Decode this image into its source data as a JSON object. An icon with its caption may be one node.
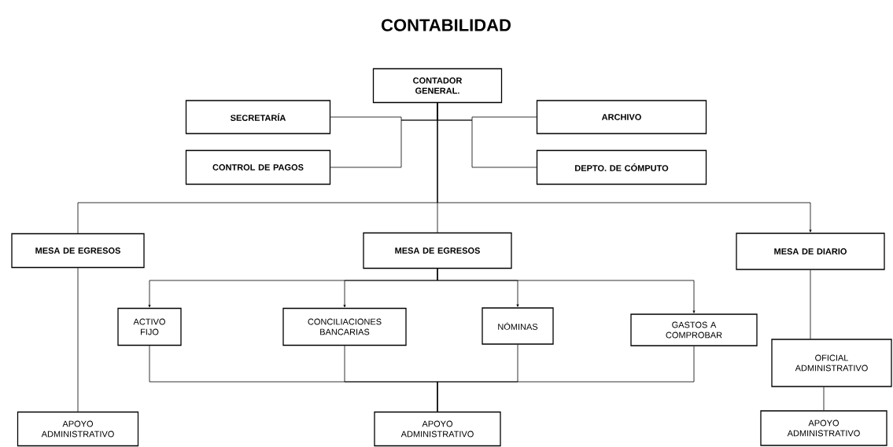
{
  "diagram": {
    "title": "CONTABILIDAD",
    "nodes": [
      {
        "text": [
          "CONTADOR GENERAL."
        ]
      },
      {
        "text": [
          "SECRETARÍA"
        ]
      },
      {
        "text": [
          "ARCHIVO"
        ]
      },
      {
        "text": [
          "CONTROL DE PAGOS"
        ]
      },
      {
        "text": [
          "DEPTO. DE CÓMPUTO"
        ]
      },
      {
        "text": [
          "MESA DE EGRESOS"
        ]
      },
      {
        "text": [
          "MESA DE EGRESOS"
        ]
      },
      {
        "text": [
          "MESA DE DIARIO"
        ]
      },
      {
        "text": [
          "ACTIVO FIJO"
        ]
      },
      {
        "text": [
          "CONCILIACIONES BANCARIAS"
        ]
      },
      {
        "text": [
          "NÓMINAS"
        ]
      },
      {
        "text": [
          "GASTOS A COMPROBAR"
        ]
      },
      {
        "text": [
          "OFICIAL ADMINISTRATIVO"
        ]
      },
      {
        "text": [
          "APOYO ADMINISTRATIVO"
        ]
      },
      {
        "text": [
          "APOYO ADMINISTRATIVO"
        ]
      },
      {
        "text": [
          "APOYO ADMINISTRATIVO"
        ]
      }
    ],
    "edges": [
      {
        "from": 0,
        "to": 1,
        "arrow": "none"
      },
      {
        "from": 0,
        "to": 3,
        "arrow": "none"
      },
      {
        "from": 0,
        "to": 2,
        "arrow": "none"
      },
      {
        "from": 0,
        "to": 4,
        "arrow": "none"
      },
      {
        "from": 0,
        "to": 5,
        "arrow": "none"
      },
      {
        "from": 0,
        "to": 6,
        "arrow": "none"
      },
      {
        "from": 0,
        "to": 7,
        "arrow": "to"
      },
      {
        "from": 6,
        "to": 8,
        "arrow": "to"
      },
      {
        "from": 6,
        "to": 9,
        "arrow": "to"
      },
      {
        "from": 6,
        "to": 10,
        "arrow": "to"
      },
      {
        "from": 6,
        "to": 11,
        "arrow": "to"
      },
      {
        "from": 8,
        "to": 14,
        "arrow": "none"
      },
      {
        "from": 9,
        "to": 14,
        "arrow": "none"
      },
      {
        "from": 10,
        "to": 14,
        "arrow": "none"
      },
      {
        "from": 11,
        "to": 14,
        "arrow": "none"
      },
      {
        "from": 5,
        "to": 13,
        "arrow": "none"
      },
      {
        "from": 7,
        "to": 12,
        "arrow": "none"
      },
      {
        "from": 12,
        "to": 15,
        "arrow": "none"
      }
    ]
  }
}
